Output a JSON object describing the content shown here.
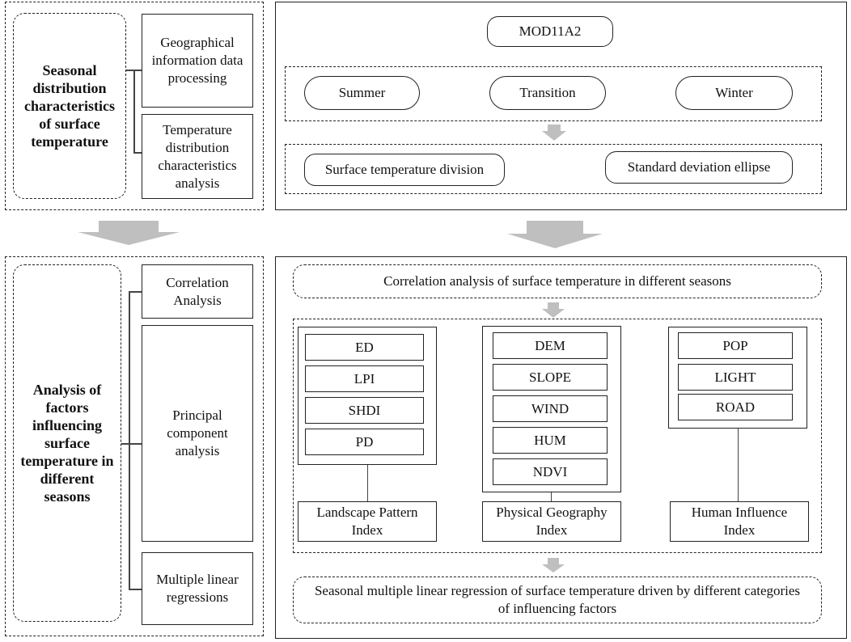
{
  "top_left": {
    "title": "Seasonal distribution characteristics of surface temperature",
    "items": [
      "Geographical information data processing",
      "Temperature distribution characteristics analysis"
    ]
  },
  "top_right": {
    "source": "MOD11A2",
    "seasons": [
      "Summer",
      "Transition",
      "Winter"
    ],
    "methods": [
      "Surface temperature division",
      "Standard deviation ellipse"
    ]
  },
  "bottom_left": {
    "title": "Analysis of factors influencing surface temperature in different seasons",
    "items": [
      "Correlation Analysis",
      "Principal component analysis",
      "Multiple linear regressions"
    ]
  },
  "bottom_right": {
    "correlation": "Correlation analysis of surface temperature in different seasons",
    "groups": [
      {
        "label": "Landscape Pattern Index",
        "factors": [
          "ED",
          "LPI",
          "SHDI",
          "PD"
        ]
      },
      {
        "label": "Physical Geography Index",
        "factors": [
          "DEM",
          "SLOPE",
          "WIND",
          "HUM",
          "NDVI"
        ]
      },
      {
        "label": "Human Influence Index",
        "factors": [
          "POP",
          "LIGHT",
          "ROAD"
        ]
      }
    ],
    "regression": "Seasonal multiple linear regression of surface temperature driven by different categories of influencing factors"
  }
}
